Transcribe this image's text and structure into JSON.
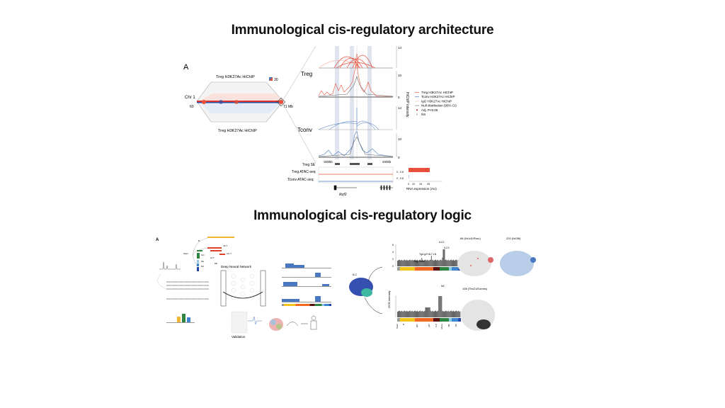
{
  "slide": {
    "title_top": "Immunological cis-regulatory architecture",
    "title_bottom": "Immunological cis-regulatory logic"
  },
  "figure_top": {
    "panel_label": "A",
    "hic_top_label": "Treg H3K27Ac HiChIP",
    "hic_bottom_label": "Treg H3K27Ac HiChIP",
    "scale_value": "30",
    "chrom": "Chr 1",
    "start": "60",
    "end": "71 Mb",
    "row_labels": [
      "Treg",
      "Tconv"
    ],
    "y_ticks": {
      "treg_arcs": "14",
      "treg_signal_top": "10",
      "treg_signal_zero": "0",
      "tconv_arcs": "14",
      "tconv_signal_top": "10",
      "tconv_signal_zero": "0"
    },
    "y_axis_label": "HiChIP intensity",
    "x_ticks": [
      "-200kb",
      "200kb"
    ],
    "legend": [
      {
        "label": "Treg H3K27Ac HiChIP",
        "color": "#e8503a"
      },
      {
        "label": "Tconv H3K27Ac HiChIP",
        "color": "#4a78c0"
      },
      {
        "label": "IgG H3K27Ac HiChIP",
        "color": "#e8c8c0"
      },
      {
        "label": "Null distribution (95% CI)",
        "color": "#777777"
      },
      {
        "label": "Adj. P<0.05",
        "color": "#a01818"
      },
      {
        "label": "NS",
        "color": "#aaaaaa"
      }
    ],
    "tracks": [
      "Treg SE",
      "Treg ATAC-seq",
      "Tconv ATAC-seq"
    ],
    "track_ranges": [
      "0 - 0.8",
      "0 - 0.8"
    ],
    "gene": "Ikzf2",
    "rna_axis_ticks": [
      "0",
      "10",
      "15",
      "25"
    ],
    "rna_axis_label": "RNA expression (AU)",
    "rna_values": {
      "Treg": 25,
      "Tconv": 0.3
    },
    "colors": {
      "treg": "#e8503a",
      "tconv": "#4a78c0",
      "highlight": "#dfe4ef"
    }
  },
  "figure_bottom": {
    "panel_label": "A",
    "lineage": [
      "B",
      "Stem",
      "ILC",
      "Mo",
      "DC",
      "MF",
      "αβ T",
      "γδ T",
      "Act T"
    ],
    "dnn_label": "Deep Neural Network",
    "validation_label": "Validation",
    "ocr_y_label": "OCR intensity",
    "ocr_y_ticks": [
      "0",
      "2",
      "4",
      "6"
    ],
    "ocr_annotations_top": [
      "ILC2",
      "ILC3",
      "Tgd.g2+d17.LN",
      "Treg. colon"
    ],
    "ocr_annotations_bottom": [
      "NK"
    ],
    "cluster_label": "ILC",
    "group_labels": [
      "Stem",
      "B",
      "αβT",
      "γδT",
      "ILC",
      "Mono",
      "MF",
      "DC"
    ],
    "group_colors": [
      "#999999",
      "#f7c21a",
      "#f26a22",
      "#5a0f0f",
      "#2e8540",
      "#8fc6ea",
      "#3d86d0",
      "#2244aa"
    ],
    "motifs": [
      "68 (Nr1d1/Rorc)",
      "220 (Nr2f6)",
      "108 (Tbx21/Eomes)"
    ]
  }
}
